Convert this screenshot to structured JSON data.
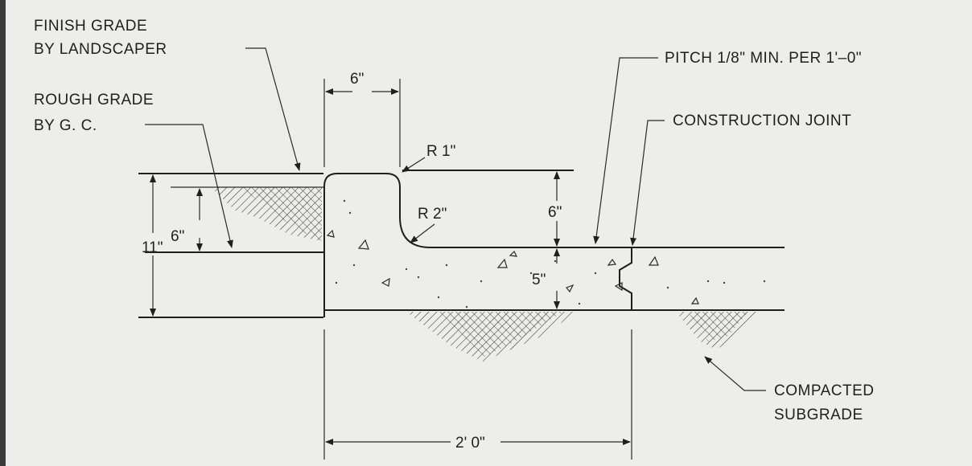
{
  "labels": {
    "finish_grade_1": "FINISH GRADE",
    "finish_grade_2": "BY LANDSCAPER",
    "rough_grade_1": "ROUGH GRADE",
    "rough_grade_2": "BY G. C.",
    "pitch": "PITCH 1/8\" MIN. PER 1'–0\"",
    "construction_joint": "CONSTRUCTION JOINT",
    "compacted_1": "COMPACTED",
    "compacted_2": "SUBGRADE"
  },
  "dimensions": {
    "curb_width": "6\"",
    "top_radius": "R 1\"",
    "inner_radius": "R 2\"",
    "curb_rise": "6\"",
    "slab_thickness": "5\"",
    "total_depth": "11\"",
    "grade_drop": "6\"",
    "gutter_width": "2' 0\""
  },
  "colors": {
    "background": "#ededeb",
    "ink": "#1f1f1f"
  }
}
